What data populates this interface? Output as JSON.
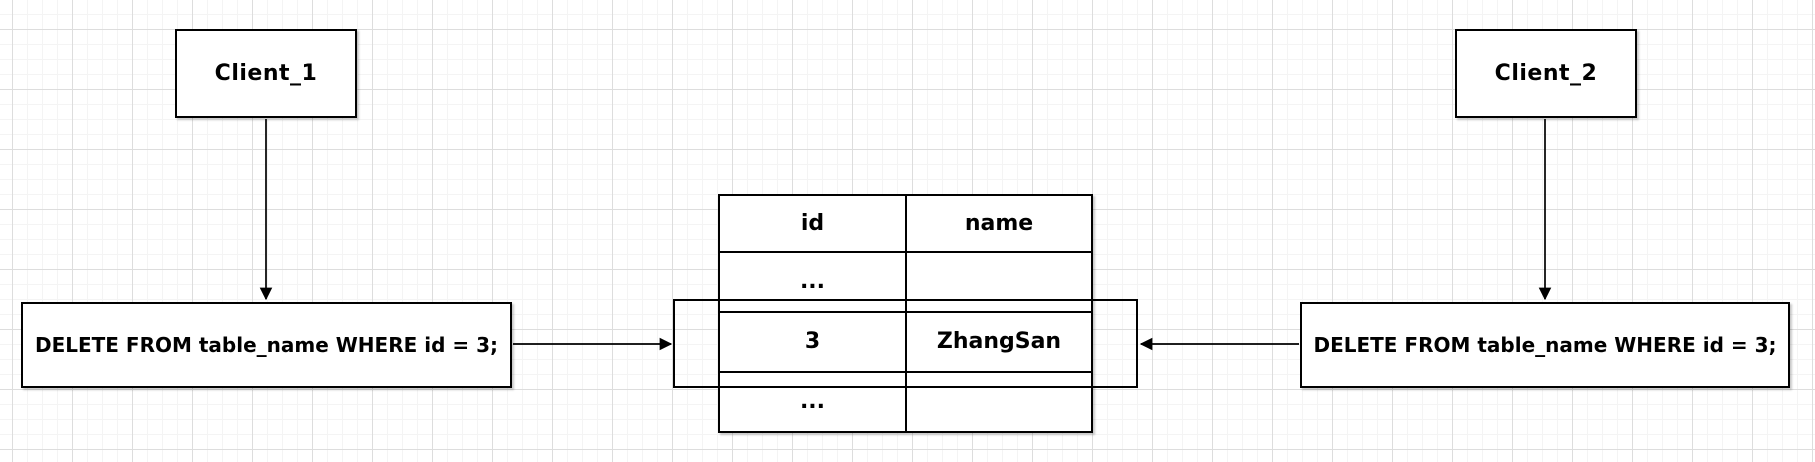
{
  "nodes": {
    "client_1": {
      "label": "Client_1"
    },
    "client_2": {
      "label": "Client_2"
    },
    "sql_left": {
      "text": "DELETE FROM table_name WHERE id = 3;"
    },
    "sql_right": {
      "text": "DELETE FROM table_name WHERE id = 3;"
    }
  },
  "table": {
    "headers": [
      "id",
      "name"
    ],
    "rows": [
      [
        "...",
        ""
      ],
      [
        "3",
        "ZhangSan"
      ],
      [
        "...",
        ""
      ]
    ],
    "highlighted_row": "3 | ZhangSan"
  },
  "arrows": [
    {
      "name": "arrow-client1-to-sql-left",
      "from": "client_1",
      "to": "sql_left",
      "direction": "down"
    },
    {
      "name": "arrow-client2-to-sql-right",
      "from": "client_2",
      "to": "sql_right",
      "direction": "down"
    },
    {
      "name": "arrow-sql-left-to-row",
      "from": "sql_left",
      "to": "highlighted_row",
      "direction": "right"
    },
    {
      "name": "arrow-sql-right-to-row",
      "from": "sql_right",
      "to": "highlighted_row",
      "direction": "left"
    }
  ],
  "colors": {
    "stroke": "#000000",
    "shape_fill": "#ffffff",
    "grid_minor": "#f4f4f4",
    "grid_major": "#dddddd",
    "background": "#ffffff"
  }
}
